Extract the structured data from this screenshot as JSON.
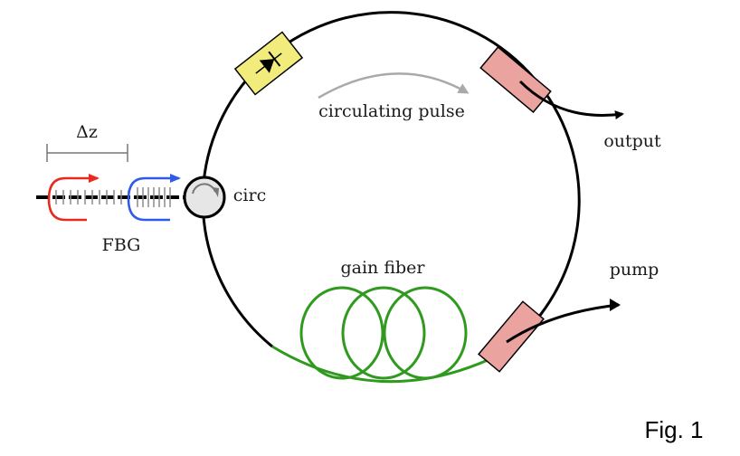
{
  "labels": {
    "delta_z": "Δz",
    "circulating_pulse": "circulating pulse",
    "output": "output",
    "circ": "circ",
    "fbg": "FBG",
    "gain_fiber": "gain fiber",
    "pump": "pump",
    "figure": "Fig. 1"
  },
  "colors": {
    "fiber": "#000000",
    "gain_fiber": "#2f9a1e",
    "isolator": "#f2ec7c",
    "coupler": "#eaa39f",
    "red_path": "#e8291c",
    "blue_path": "#2f5be8",
    "circulator": "#e6e6e6",
    "arrow_grey": "#a9a9a9"
  }
}
